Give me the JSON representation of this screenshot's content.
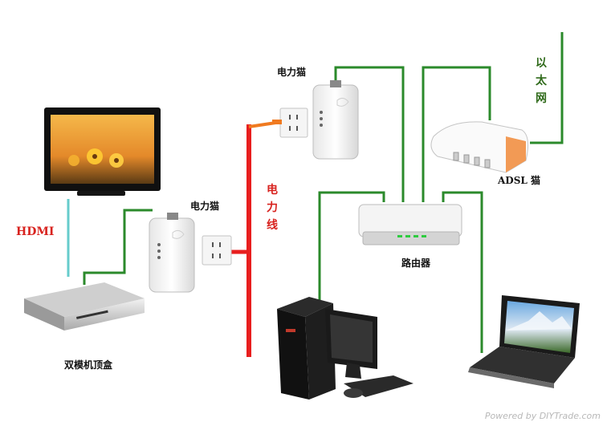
{
  "labels": {
    "modem_top": "电力猫",
    "modem_left": "电力猫",
    "power_line": "电力线",
    "hdmi": "HDMI",
    "stb": "双模机顶盒",
    "router": "路由器",
    "adsl": "ADSL 猫",
    "ethernet": "以太网"
  },
  "watermark": "Powered by DIYTrade.com",
  "colors": {
    "ethernet_cable": "#2b8a2b",
    "power_cable": "#e81e1e",
    "hdmi_cable": "#66cccc",
    "plug_cable": "#f07a20"
  },
  "nodes": [
    "tv",
    "set-top-box",
    "powerline-adapter-left",
    "wall-socket-left",
    "powerline-adapter-top",
    "wall-socket-top",
    "router",
    "adsl-modem",
    "desktop-pc",
    "laptop"
  ]
}
